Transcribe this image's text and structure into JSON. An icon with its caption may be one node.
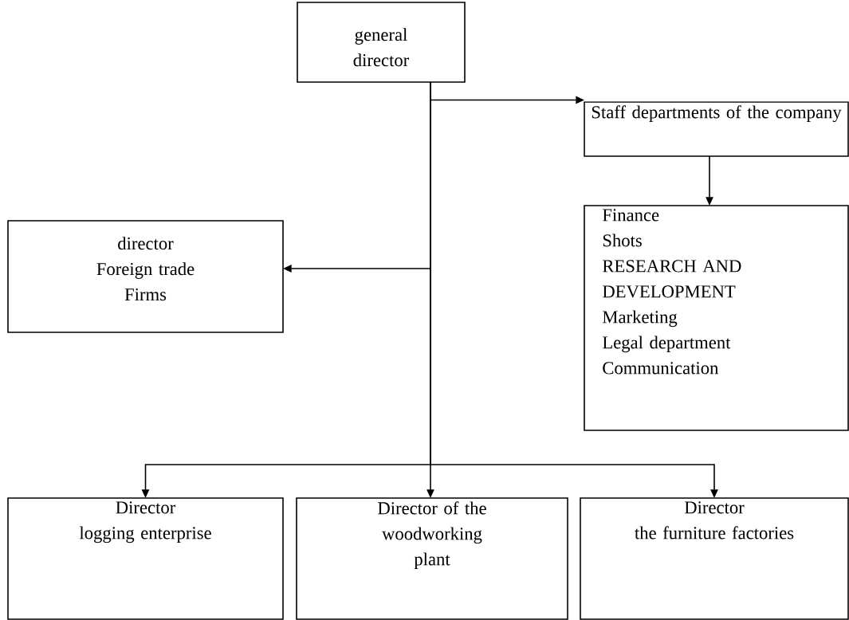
{
  "diagram": {
    "nodes": [
      {
        "text": [
          "general director"
        ]
      },
      {
        "text": [
          "Staff departments of the company"
        ]
      },
      {
        "text": [
          "Finance",
          "Shots",
          "RESEARCH AND DEVELOPMENT",
          "Marketing",
          "Legal department",
          "Communication"
        ]
      },
      {
        "text": [
          "director",
          "Foreign trade",
          "Firms"
        ]
      },
      {
        "text": [
          "Director",
          "logging enterprise"
        ]
      },
      {
        "text": [
          "Director of the woodworking plant"
        ]
      },
      {
        "text": [
          "Director",
          "the furniture factories"
        ]
      }
    ],
    "edges": [
      {
        "from": 0,
        "to": 1,
        "arrow": "to"
      },
      {
        "from": 1,
        "to": 2,
        "arrow": "to"
      },
      {
        "from": 0,
        "to": 3,
        "arrow": "to"
      },
      {
        "from": 0,
        "to": 4,
        "arrow": "to"
      },
      {
        "from": 0,
        "to": 5,
        "arrow": "to"
      },
      {
        "from": 0,
        "to": 6,
        "arrow": "to"
      }
    ]
  }
}
